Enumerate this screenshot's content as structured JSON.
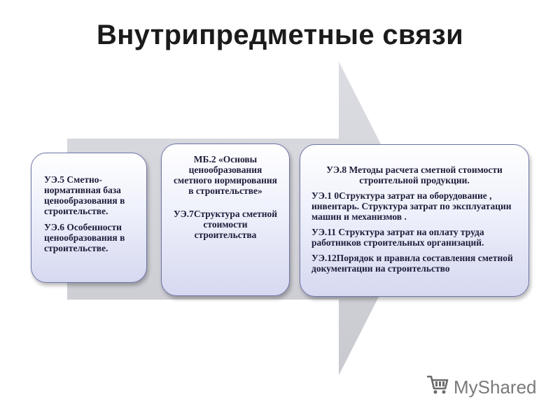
{
  "title": "Внутрипредметные связи",
  "blocks": [
    {
      "paragraphs": [
        "УЭ.5 Сметно-нормативная база ценообразования в строительстве.",
        "УЭ.6 Особенности ценообразования в строительстве."
      ]
    },
    {
      "paragraphs": [
        "МБ.2 «Основы ценообразования сметного нормирования в строительстве»",
        "УЭ.7Структура сметной стоимости строительства"
      ]
    },
    {
      "paragraphs": [
        "УЭ.8 Методы расчета сметной стоимости строительной продукции.",
        "УЭ.1 0Структура затрат на оборудование , инвентарь. Структура затрат по эксплуатации машин и механизмов .",
        "УЭ.11 Структура затрат на оплату труда работников строительных организаций.",
        "УЭ.12Порядок и правила составления сметной документации на строительство"
      ]
    }
  ],
  "watermark": {
    "text": "MyShared",
    "icon": "shopping-cart-icon"
  },
  "colors": {
    "arrow": "#d2d3d8",
    "box_border": "#6f74a8",
    "box_fill_bottom": "#d6d9f0"
  }
}
